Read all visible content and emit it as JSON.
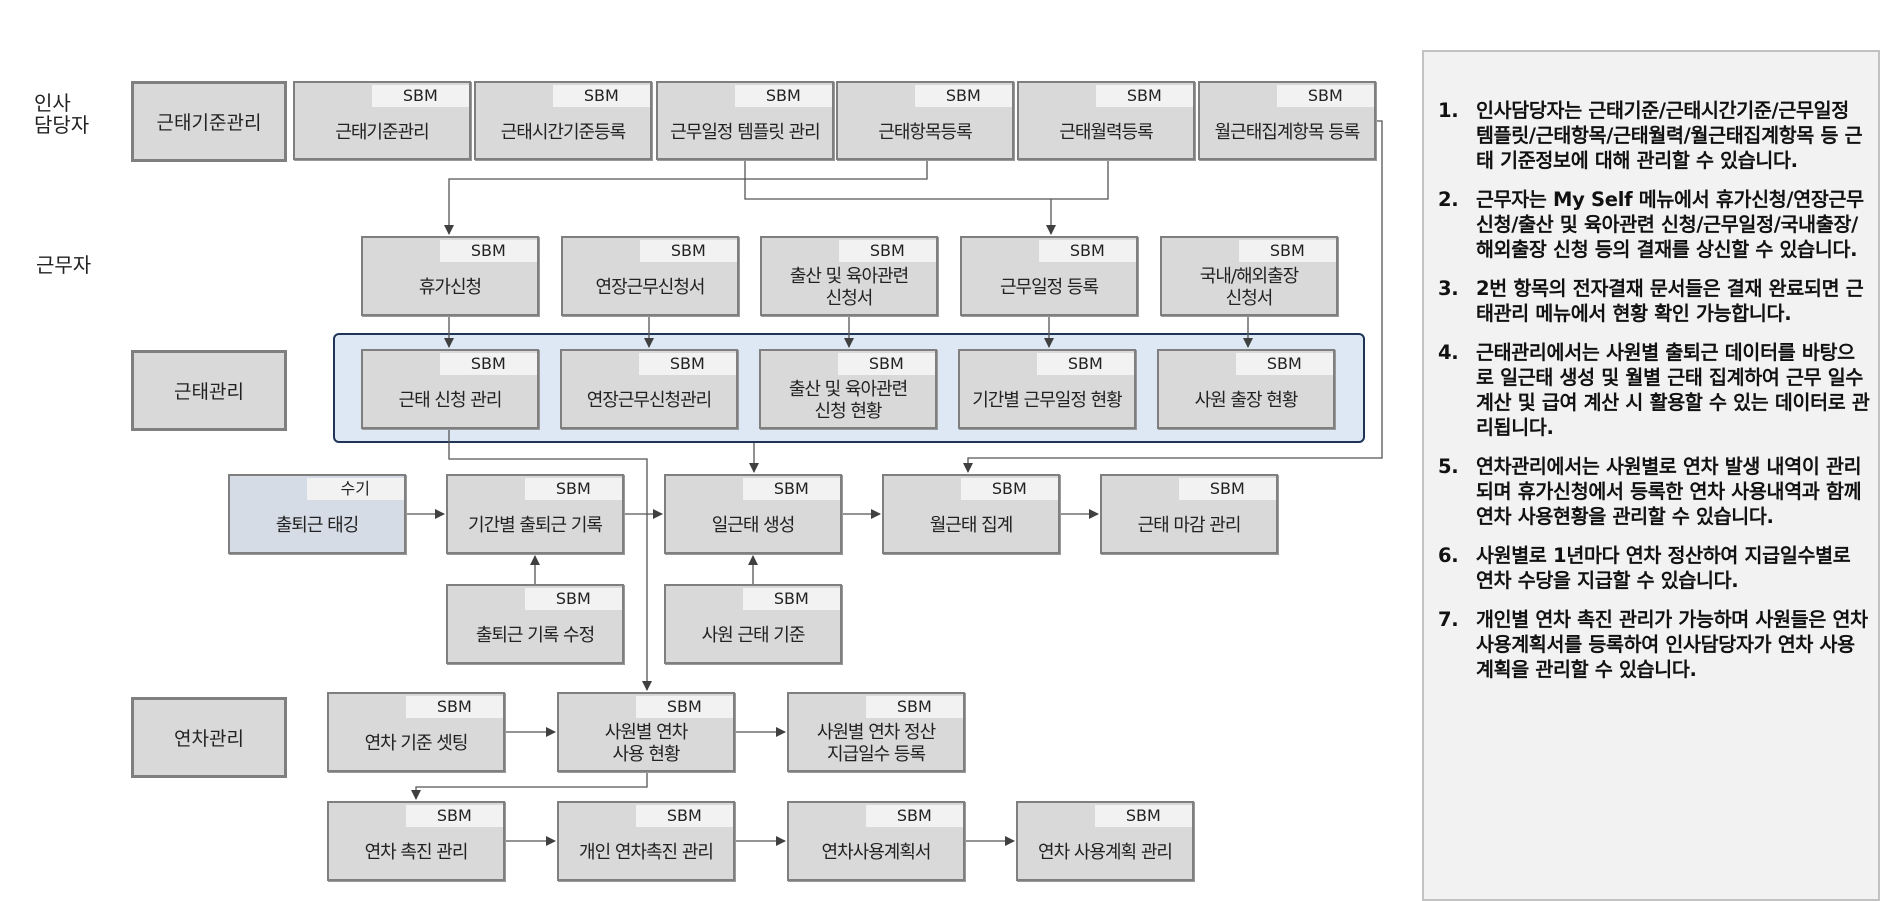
{
  "lanes": {
    "hr": "인사\n담당자",
    "worker": "근무자"
  },
  "role_boxes": {
    "standard": "근태기준관리",
    "attendance": "근태관리",
    "annual": "연차관리"
  },
  "hr_row": [
    {
      "tag": "SBM",
      "label": "근태기준관리"
    },
    {
      "tag": "SBM",
      "label": "근태시간기준등록"
    },
    {
      "tag": "SBM",
      "label": "근무일정 템플릿 관리"
    },
    {
      "tag": "SBM",
      "label": "근태항목등록"
    },
    {
      "tag": "SBM",
      "label": "근태월력등록"
    },
    {
      "tag": "SBM",
      "label": "월근태집계항목 등록"
    }
  ],
  "worker_row": [
    {
      "tag": "SBM",
      "label": "휴가신청"
    },
    {
      "tag": "SBM",
      "label": "연장근무신청서"
    },
    {
      "tag": "SBM",
      "label": "출산 및 육아관련\n신청서"
    },
    {
      "tag": "SBM",
      "label": "근무일정 등록"
    },
    {
      "tag": "SBM",
      "label": "국내/해외출장\n신청서"
    }
  ],
  "status_row": [
    {
      "tag": "SBM",
      "label": "근태 신청 관리"
    },
    {
      "tag": "SBM",
      "label": "연장근무신청관리"
    },
    {
      "tag": "SBM",
      "label": "출산 및 육아관련\n신청 현황"
    },
    {
      "tag": "SBM",
      "label": "기간별 근무일정 현황"
    },
    {
      "tag": "SBM",
      "label": "사원 출장 현황"
    }
  ],
  "process_row": [
    {
      "tag": "수기",
      "label": "출퇴근 태깅"
    },
    {
      "tag": "SBM",
      "label": "기간별 출퇴근 기록"
    },
    {
      "tag": "SBM",
      "label": "일근태 생성"
    },
    {
      "tag": "SBM",
      "label": "월근태 집계"
    },
    {
      "tag": "SBM",
      "label": "근태 마감 관리"
    }
  ],
  "support_row": [
    {
      "tag": "SBM",
      "label": "출퇴근 기록 수정"
    },
    {
      "tag": "SBM",
      "label": "사원 근태 기준"
    }
  ],
  "annual_row1": [
    {
      "tag": "SBM",
      "label": "연차 기준 셋팅"
    },
    {
      "tag": "SBM",
      "label": "사원별 연차\n사용 현황"
    },
    {
      "tag": "SBM",
      "label": "사원별 연차 정산\n지급일수 등록"
    }
  ],
  "annual_row2": [
    {
      "tag": "SBM",
      "label": "연차 촉진 관리"
    },
    {
      "tag": "SBM",
      "label": "개인 연차촉진 관리"
    },
    {
      "tag": "SBM",
      "label": "연차사용계획서"
    },
    {
      "tag": "SBM",
      "label": "연차 사용계획 관리"
    }
  ],
  "notes": [
    {
      "num": "1.",
      "text": "인사담당자는 근태기준/근태시간기준/근무일정 템플릿/근태항목/근태월력/월근태집계항목 등 근태 기준정보에 대해 관리할 수 있습니다."
    },
    {
      "num": "2.",
      "text": "근무자는 My Self 메뉴에서 휴가신청/연장근무신청/출산 및 육아관련 신청/근무일정/국내출장/해외출장 신청 등의 결재를 상신할 수 있습니다."
    },
    {
      "num": "3.",
      "text": "2번 항목의 전자결재 문서들은 결재 완료되면 근태관리 메뉴에서 현황 확인 가능합니다."
    },
    {
      "num": "4.",
      "text": "근태관리에서는 사원별 출퇴근 데이터를 바탕으로 일근태 생성 및 월별 근태 집계하여 근무 일수 계산 및 급여 계산 시 활용할 수 있는 데이터로 관리됩니다."
    },
    {
      "num": "5.",
      "text": "연차관리에서는 사원별로 연차 발생 내역이 관리되며 휴가신청에서 등록한 연차 사용내역과 함께 연차 사용현황을 관리할 수 있습니다."
    },
    {
      "num": "6.",
      "text": "사원별로 1년마다 연차 정산하여 지급일수별로 연차 수당을 지급할 수 있습니다."
    },
    {
      "num": "7.",
      "text": "개인별 연차 촉진 관리가 가능하며 사원들은 연차 사용계획서를 등록하여 인사담당자가 연차 사용계획을 관리할 수 있습니다."
    }
  ],
  "colors": {
    "node_fill": "#d9d9d9",
    "manual_fill": "#d6dce5",
    "group_fill": "#dee8f4",
    "group_border": "#1f3456",
    "connector": "#404040",
    "panel_fill": "#f2f2f2"
  }
}
